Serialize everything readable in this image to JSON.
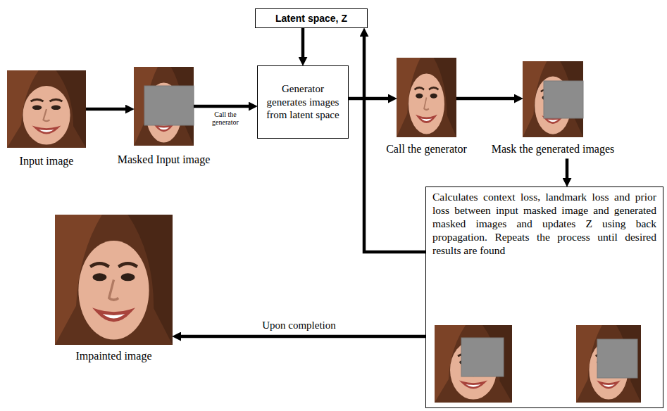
{
  "diagram": {
    "nodes": [
      {
        "text": [
          "Input image"
        ]
      },
      {
        "text": [
          "Masked Input image"
        ]
      },
      {
        "text": [
          "Latent space, Z"
        ]
      },
      {
        "text": [
          "Generator generates images from latent space"
        ]
      },
      {
        "text": [
          "Call the generator"
        ]
      },
      {
        "text": [
          "Mask the generated images"
        ]
      },
      {
        "text": [
          "Calculates context loss, landmark loss and prior loss between input masked image and generated masked images and updates Z using back propagation. Repeats the process until desired results are found"
        ]
      },
      {
        "text": [
          "Impainted image"
        ]
      }
    ],
    "edges": [
      {
        "from": 0,
        "to": 1,
        "arrow": "to"
      },
      {
        "from": 1,
        "to": 3,
        "label": "Call the generator",
        "arrow": "to"
      },
      {
        "from": 2,
        "to": 3,
        "arrow": "to"
      },
      {
        "from": 3,
        "to": 4,
        "arrow": "to"
      },
      {
        "from": 4,
        "to": 5,
        "arrow": "to"
      },
      {
        "from": 5,
        "to": 6,
        "arrow": "to"
      },
      {
        "from": 6,
        "to": 2,
        "arrow": "to"
      },
      {
        "from": 6,
        "to": 7,
        "label": "Upon completion",
        "arrow": "to"
      }
    ]
  }
}
